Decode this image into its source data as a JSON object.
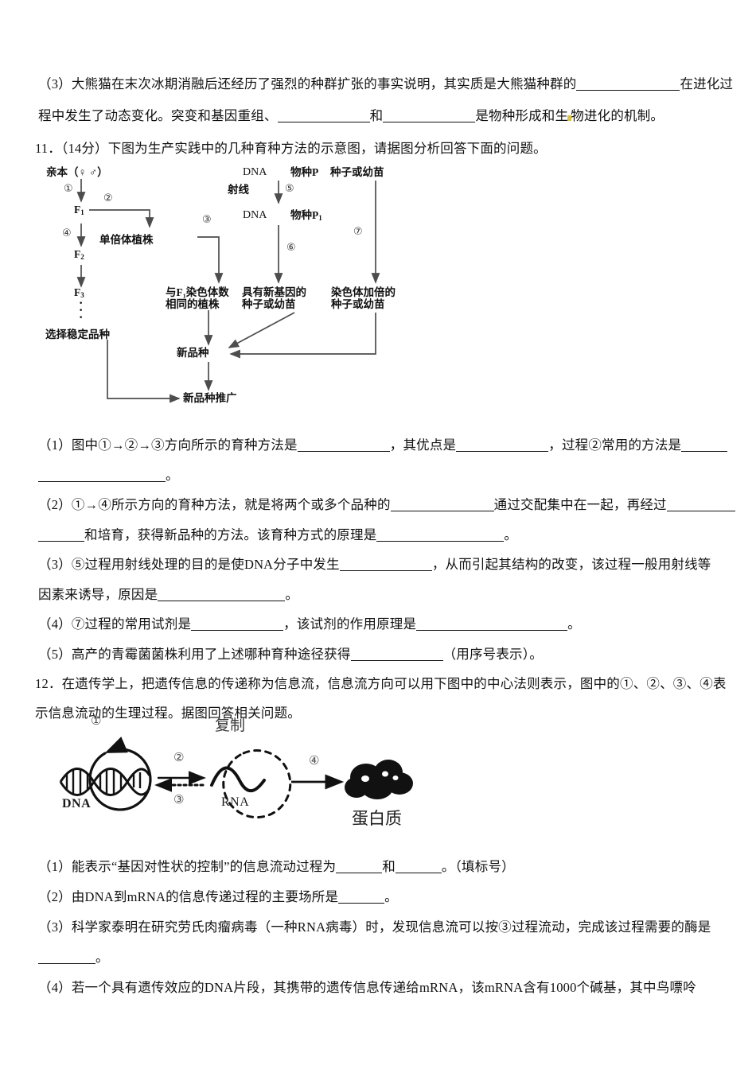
{
  "document": {
    "type": "exam-paper",
    "language": "zh-CN"
  },
  "q10_part3": {
    "line1_pre": "（3）大熊猫在末次冰期消融后还经历了强烈的种群扩张的事实说明，其实质是大熊猫种群的",
    "line1_post": "在进化过",
    "line2_pre": "程中发生了动态变化。突变和基因重组、",
    "line2_mid": "和",
    "line2_post": "是物种形成和生",
    "line2_tail": "物进化的机制。"
  },
  "q11": {
    "stem": "11．（14分）下图为生产实践中的几种育种方法的示意图，请据图分析回答下面的问题。",
    "diagram": {
      "name": "breeding-methods-flowchart",
      "nodes": {
        "parents": "亲本（♀ ♂）",
        "f1": "F",
        "f1_sub": "1",
        "f2": "F",
        "f2_sub": "2",
        "f3": "F",
        "f3_sub": "3",
        "dots": "·\n·\n·",
        "select_stable": "选择稳定品种",
        "haploid_plant": "单倍体植株",
        "same_chr_plant_l1": "与F₁染色体数",
        "same_chr_plant_l2": "相同的植株",
        "dna_top": "DNA",
        "species_p": "物种P",
        "ray": "射线",
        "dna_bottom": "DNA",
        "species_p1": "物种P",
        "species_p1_sub": "1",
        "new_gene_seed_l1": "具有新基因的",
        "new_gene_seed_l2": "种子或幼苗",
        "seed_or_seedling": "种子或幼苗",
        "doubled_chr_seed_l1": "染色体加倍的",
        "doubled_chr_seed_l2": "种子或幼苗",
        "new_variety": "新品种",
        "promote": "新品种推广"
      },
      "step_numbers": [
        "①",
        "②",
        "③",
        "④",
        "⑤",
        "⑥",
        "⑦"
      ]
    },
    "sub_questions": [
      {
        "id": "1",
        "segments": [
          "（1）图中①→②→③方向所示的育种方法是",
          "，其优点是",
          "，过程②常用的方法是",
          ""
        ],
        "tail": "。"
      },
      {
        "id": "2",
        "segments": [
          "（2）①→④所示方向的育种方法，就是将两个或多个品种的",
          "通过交配集中在一起，再经过",
          ""
        ],
        "line2_pre": "和培育，获得新品种的方法。该育种方式的原理是",
        "tail": "。"
      },
      {
        "id": "3",
        "segments": [
          "（3）⑤过程用射线处理的目的是使DNA分子中发生",
          "，从而引起其结构的改变，该过程一般用射线等"
        ],
        "line2_pre": "因素来诱导，原因是",
        "tail": "。"
      },
      {
        "id": "4",
        "segments": [
          "（4）⑦过程的常用试剂是",
          "，该试剂的作用原理是",
          ""
        ],
        "tail": "。"
      },
      {
        "id": "5",
        "segments": [
          "（5）高产的青霉菌菌株利用了上述哪种育种途径获得",
          "（用序号表示）。"
        ]
      }
    ]
  },
  "q12": {
    "stem_line1": "12．在遗传学上，把遗传信息的传递称为信息流，信息流方向可以用下图中的中心法则表示，图中的①、②、③、④表",
    "stem_line2": "示信息流动的生理过程。据图回答相关问题。",
    "diagram": {
      "name": "central-dogma-flowchart",
      "labels": {
        "dna": "DNA",
        "rna": "RNA",
        "protein": "蛋白质",
        "replication": "复制"
      },
      "step_numbers": [
        "①",
        "②",
        "③",
        "④"
      ]
    },
    "sub_questions": [
      {
        "id": "1",
        "pre": "（1）能表示“基因对性状的控制”的信息流动过程为",
        "mid": "和",
        "post": "。（填标号）"
      },
      {
        "id": "2",
        "pre": "（2）由DNA到mRNA的信息传递过程的主要场所是",
        "post": "。"
      },
      {
        "id": "3",
        "pre": "（3）科学家泰明在研究劳氏肉瘤病毒（一种RNA病毒）时，发现信息流可以按③过程流动，完成该过程需要的酶是",
        "line2_post": "。"
      },
      {
        "id": "4",
        "pre": "（4）若一个具有遗传效应的DNA片段，其携带的遗传信息传递给mRNA，该mRNA含有1000个碱基，其中鸟嘌呤"
      }
    ]
  },
  "colors": {
    "ink": "#111111",
    "diagram_line": "#4d4d4d",
    "highlight": "#d8c349"
  }
}
